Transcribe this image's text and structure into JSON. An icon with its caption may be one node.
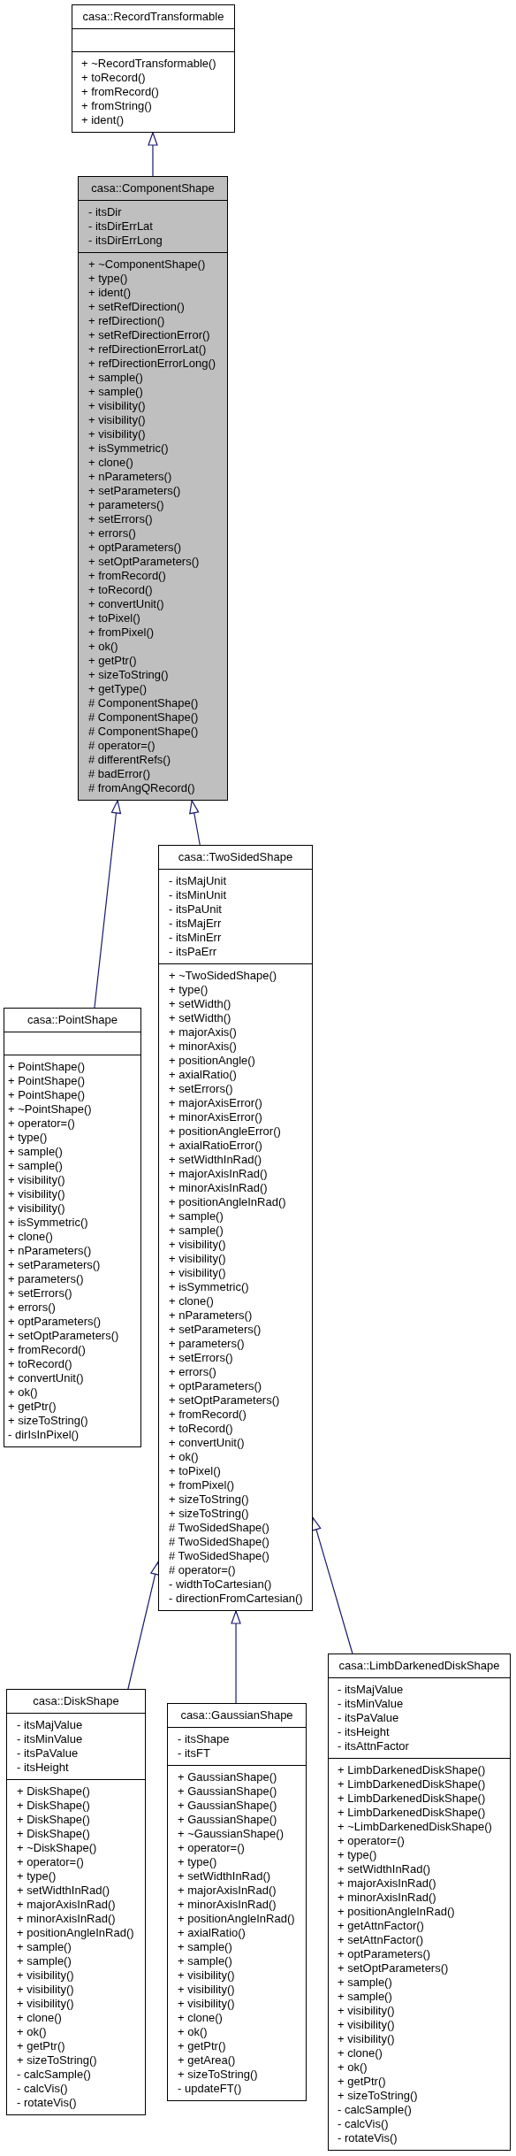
{
  "diagram": {
    "nodes": [
      {
        "text": [
          "casa::RecordTransformable"
        ]
      },
      {
        "text": [],
        "shape": "box",
        "in": 0
      },
      {
        "text": [
          "+ ~RecordTransformable()",
          "+ toRecord()",
          "+ fromRecord()",
          "+ fromString()",
          "+ ident()"
        ],
        "in": 0
      },
      {
        "text": [
          "casa::ComponentShape"
        ]
      },
      {
        "text": [
          "- itsDir",
          "- itsDirErrLat",
          "- itsDirErrLong"
        ],
        "in": 3
      },
      {
        "text": [
          "+ ~ComponentShape()",
          "+ type()",
          "+ ident()",
          "+ setRefDirection()",
          "+ refDirection()",
          "+ setRefDirectionError()",
          "+ refDirectionErrorLat()",
          "+ refDirectionErrorLong()",
          "+ sample()",
          "+ sample()",
          "+ visibility()",
          "+ visibility()",
          "+ visibility()",
          "+ isSymmetric()",
          "+ clone()",
          "+ nParameters()",
          "+ setParameters()",
          "+ parameters()",
          "+ setErrors()",
          "+ errors()",
          "+ optParameters()",
          "+ setOptParameters()",
          "+ fromRecord()",
          "+ toRecord()",
          "+ convertUnit()",
          "+ toPixel()",
          "+ fromPixel()",
          "+ ok()",
          "+ getPtr()",
          "+ sizeToString()",
          "+ getType()",
          "# ComponentShape()",
          "# ComponentShape()",
          "# ComponentShape()",
          "# operator=()",
          "# differentRefs()",
          "# badError()",
          "# fromAngQRecord()"
        ],
        "in": 3
      },
      {
        "text": [
          "casa::PointShape"
        ]
      },
      {
        "text": [],
        "shape": "box",
        "in": 6
      },
      {
        "text": [
          "+ PointShape()",
          "+ PointShape()",
          "+ PointShape()",
          "+ ~PointShape()",
          "+ operator=()",
          "+ type()",
          "+ sample()",
          "+ sample()",
          "+ visibility()",
          "+ visibility()",
          "+ visibility()",
          "+ isSymmetric()",
          "+ clone()",
          "+ nParameters()",
          "+ setParameters()",
          "+ parameters()",
          "+ setErrors()",
          "+ errors()",
          "+ optParameters()",
          "+ setOptParameters()",
          "+ fromRecord()",
          "+ toRecord()",
          "+ convertUnit()",
          "+ ok()",
          "+ getPtr()",
          "+ sizeToString()",
          "- dirIsInPixel()"
        ],
        "in": 6
      },
      {
        "text": [
          "casa::TwoSidedShape"
        ]
      },
      {
        "text": [
          "- itsMajUnit",
          "- itsMinUnit",
          "- itsPaUnit",
          "- itsMajErr",
          "- itsMinErr",
          "- itsPaErr"
        ],
        "in": 9
      },
      {
        "text": [
          "+ ~TwoSidedShape()",
          "+ type()",
          "+ setWidth()",
          "+ setWidth()",
          "+ majorAxis()",
          "+ minorAxis()",
          "+ positionAngle()",
          "+ axialRatio()",
          "+ setErrors()",
          "+ majorAxisError()",
          "+ minorAxisError()",
          "+ positionAngleError()",
          "+ axialRatioError()",
          "+ setWidthInRad()",
          "+ majorAxisInRad()",
          "+ minorAxisInRad()",
          "+ positionAngleInRad()",
          "+ sample()",
          "+ sample()",
          "+ visibility()",
          "+ visibility()",
          "+ visibility()",
          "+ isSymmetric()",
          "+ clone()",
          "+ nParameters()",
          "+ setParameters()",
          "+ parameters()",
          "+ setErrors()",
          "+ errors()",
          "+ optParameters()",
          "+ setOptParameters()",
          "+ fromRecord()",
          "+ toRecord()",
          "+ convertUnit()",
          "+ ok()",
          "+ toPixel()",
          "+ fromPixel()",
          "+ sizeToString()",
          "+ sizeToString()",
          "# TwoSidedShape()",
          "# TwoSidedShape()",
          "# TwoSidedShape()",
          "# operator=()",
          "- widthToCartesian()",
          "- directionFromCartesian()"
        ],
        "in": 9
      },
      {
        "text": [
          "casa::DiskShape"
        ]
      },
      {
        "text": [
          "- itsMajValue",
          "- itsMinValue",
          "- itsPaValue",
          "- itsHeight"
        ],
        "in": 12
      },
      {
        "text": [
          "+ DiskShape()",
          "+ DiskShape()",
          "+ DiskShape()",
          "+ DiskShape()",
          "+ ~DiskShape()",
          "+ operator=()",
          "+ type()",
          "+ setWidthInRad()",
          "+ majorAxisInRad()",
          "+ minorAxisInRad()",
          "+ positionAngleInRad()",
          "+ sample()",
          "+ sample()",
          "+ visibility()",
          "+ visibility()",
          "+ visibility()",
          "+ clone()",
          "+ ok()",
          "+ getPtr()",
          "+ sizeToString()",
          "- calcSample()",
          "- calcVis()",
          "- rotateVis()"
        ],
        "in": 12
      },
      {
        "text": [
          "casa::GaussianShape"
        ]
      },
      {
        "text": [
          "- itsShape",
          "- itsFT"
        ],
        "in": 15
      },
      {
        "text": [
          "+ GaussianShape()",
          "+ GaussianShape()",
          "+ GaussianShape()",
          "+ GaussianShape()",
          "+ ~GaussianShape()",
          "+ operator=()",
          "+ type()",
          "+ setWidthInRad()",
          "+ majorAxisInRad()",
          "+ minorAxisInRad()",
          "+ positionAngleInRad()",
          "+ axialRatio()",
          "+ sample()",
          "+ sample()",
          "+ visibility()",
          "+ visibility()",
          "+ visibility()",
          "+ clone()",
          "+ ok()",
          "+ getPtr()",
          "+ getArea()",
          "+ sizeToString()",
          "- updateFT()"
        ],
        "in": 15
      },
      {
        "text": [
          "casa::LimbDarkenedDiskShape"
        ]
      },
      {
        "text": [
          "- itsMajValue",
          "- itsMinValue",
          "- itsPaValue",
          "- itsHeight",
          "- itsAttnFactor"
        ],
        "in": 18
      },
      {
        "text": [
          "+ LimbDarkenedDiskShape()",
          "+ LimbDarkenedDiskShape()",
          "+ LimbDarkenedDiskShape()",
          "+ LimbDarkenedDiskShape()",
          "+ ~LimbDarkenedDiskShape()",
          "+ operator=()",
          "+ type()",
          "+ setWidthInRad()",
          "+ majorAxisInRad()",
          "+ minorAxisInRad()",
          "+ positionAngleInRad()",
          "+ getAttnFactor()",
          "+ setAttnFactor()",
          "+ optParameters()",
          "+ setOptParameters()",
          "+ sample()",
          "+ sample()",
          "+ visibility()",
          "+ visibility()",
          "+ visibility()",
          "+ clone()",
          "+ ok()",
          "+ getPtr()",
          "+ sizeToString()",
          "- calcSample()",
          "- calcVis()",
          "- rotateVis()"
        ],
        "in": 18
      }
    ],
    "edges": [
      {
        "from": 3,
        "to": 0,
        "arrow": "to"
      },
      {
        "from": 6,
        "to": 3,
        "arrow": "to"
      },
      {
        "from": 9,
        "to": 3,
        "arrow": "to"
      },
      {
        "from": 12,
        "to": 9,
        "arrow": "to"
      },
      {
        "from": 15,
        "to": 9,
        "arrow": "to"
      },
      {
        "from": 18,
        "to": 9,
        "arrow": "to"
      }
    ]
  }
}
